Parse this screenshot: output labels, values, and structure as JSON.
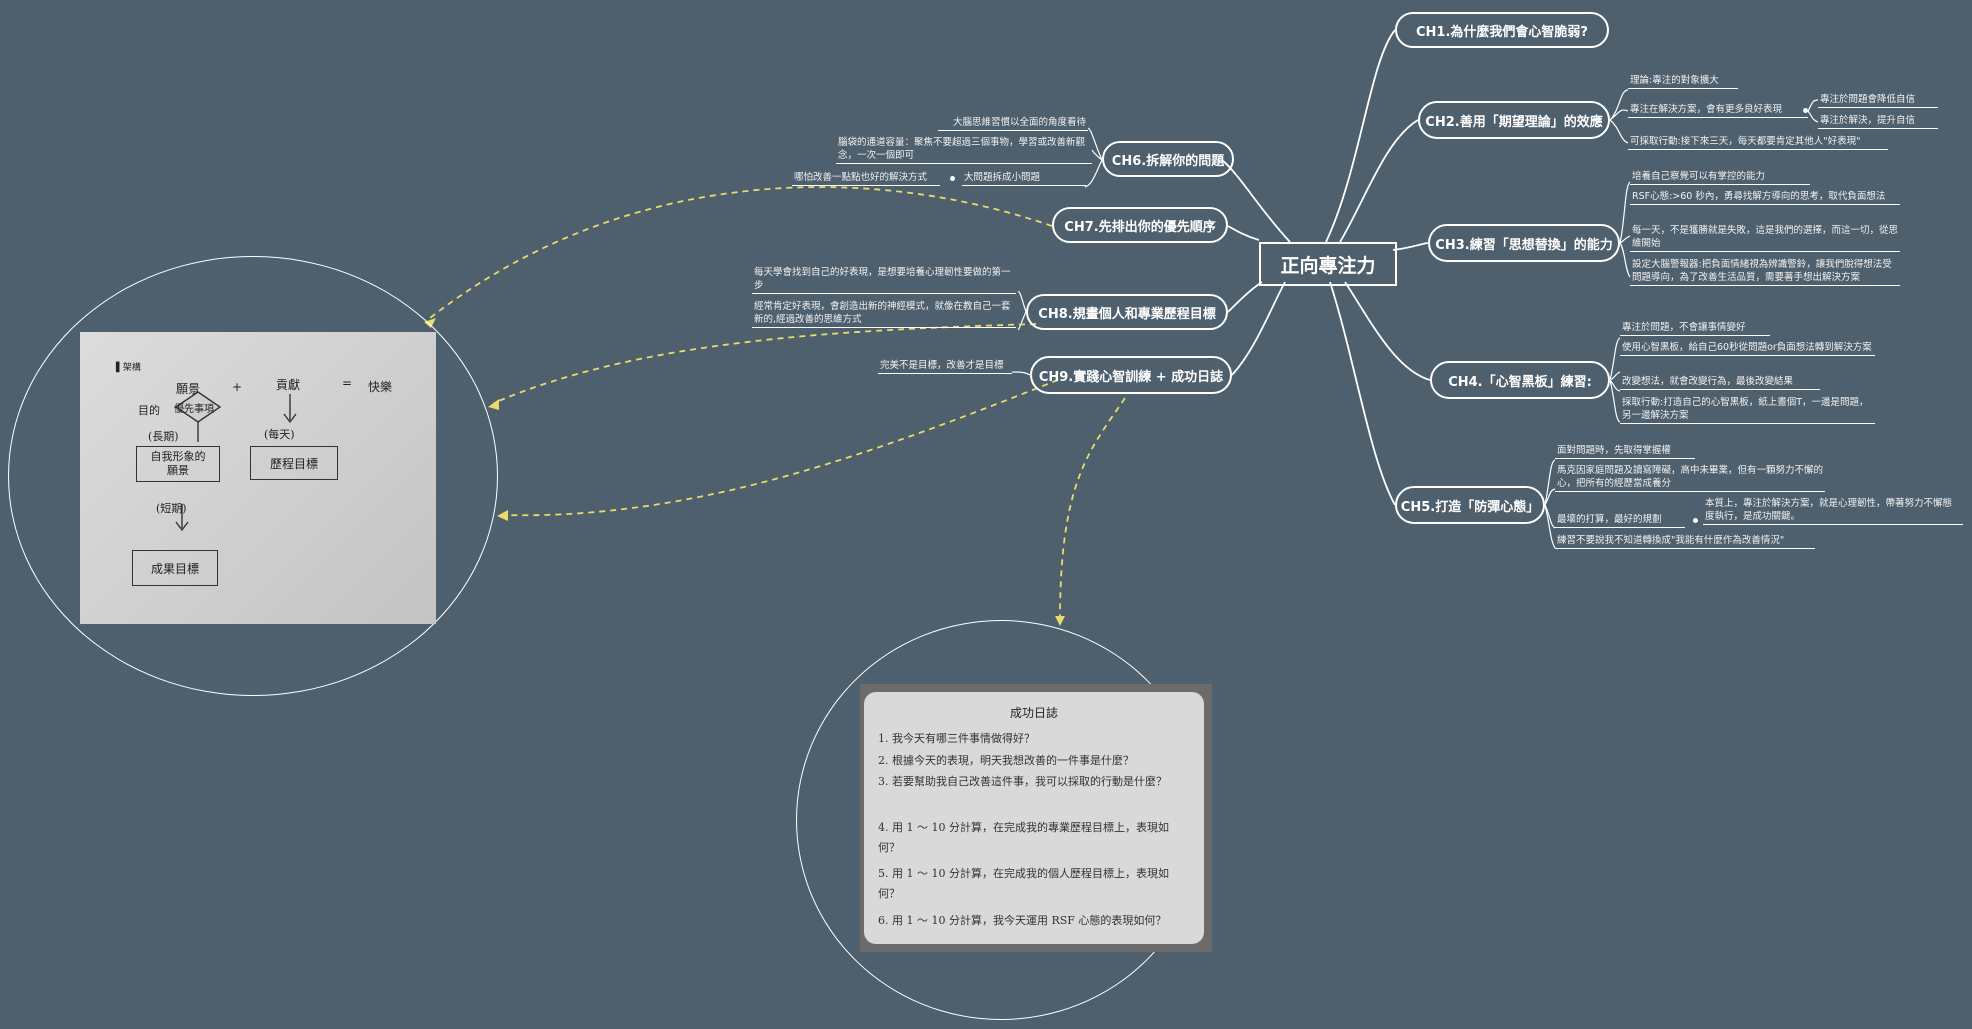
{
  "center": {
    "label": "正向專注力"
  },
  "right_branches": [
    {
      "id": "ch1",
      "label": "CH1.為什麼我們會心智脆弱?"
    },
    {
      "id": "ch2",
      "label": "CH2.善用「期望理論」的效應"
    },
    {
      "id": "ch3",
      "label": "CH3.練習「思想替換」的能力"
    },
    {
      "id": "ch4",
      "label": "CH4.「心智黑板」練習:"
    },
    {
      "id": "ch5",
      "label": "CH5.打造「防彈心態」"
    }
  ],
  "left_branches": [
    {
      "id": "ch6",
      "label": "CH6.拆解你的問題"
    },
    {
      "id": "ch7",
      "label": "CH7.先排出你的優先順序"
    },
    {
      "id": "ch8",
      "label": "CH8.規畫個人和專業歷程目標"
    },
    {
      "id": "ch9",
      "label": "CH9.實踐心智訓練 + 成功日誌"
    }
  ],
  "ch2_notes": {
    "n1": "理論:專注的對象擴大",
    "n2": "專注在解決方案，會有更多良好表現",
    "n2a": "專注於問題會降低自信",
    "n2b": "專注於解決，提升自信",
    "n3": "可採取行動:接下來三天，每天都要肯定其他人\"好表現\""
  },
  "ch3_notes": {
    "n1": "培養自己察覺可以有掌控的能力",
    "n2": "RSF心態:>60 秒內，勇尋找解方導向的思考，取代負面想法",
    "n3": "每一天，不是獲勝就是失敗，這是我們的選擇，而這一切，從思維開始",
    "n4": "設定大腦警報器:把負面情緒視為辨識警鈴，讓我們脫得想法受問題導向，為了改善生活品質，需要著手想出解決方案"
  },
  "ch4_notes": {
    "n1": "專注於問題，不會讓事情變好",
    "n2": "使用心智黑板，給自己60秒從問題or負面想法轉到解決方案",
    "n3": "改變想法，就會改變行為，最後改變結果",
    "n4": "採取行動:打造自己的心智黑板，紙上畫個T，一邊是問題，另一邊解決方案"
  },
  "ch5_notes": {
    "n1": "面對問題時，先取得掌握權",
    "n2": "馬克因家庭問題及讀寫障礙，高中未畢業，但有一顆努力不懈的心，把所有的經歷當成養分",
    "n3a": "最壞的打算，最好的規劃",
    "n3b": "本質上，專注於解決方案，就是心理韌性，帶著努力不懈態度執行，是成功關鍵。",
    "n4": "練習不要說我不知道轉換成\"我能有什麼作為改善情況\""
  },
  "ch6_notes": {
    "n1": "大腦思維習慣以全面的角度看待",
    "n2": "腦袋的通道容量：聚焦不要超過三個事物，學習或改善新觀念，一次一個即可",
    "n3a": "哪怕改善一點點也好的解決方式",
    "n3b": "大問題拆成小問題"
  },
  "ch8_notes": {
    "n1": "每天學會找到自己的好表現，是想要培養心理韌性要做的第一步",
    "n2": "經常肯定好表現，會創造出新的神經模式，就像在教自己一套新的,經過改善的思維方式"
  },
  "ch9_notes": {
    "n1": "完美不是目標，改善才是目標"
  },
  "sketch": {
    "heading": "架構",
    "w1": "願景",
    "plus": "+",
    "w2": "貢獻",
    "eq": "=",
    "w3": "快樂",
    "diamond": "優先事項",
    "purpose": "目的",
    "long_term": "(長期)",
    "box_self": "自我形象的願景",
    "daily": "(每天)",
    "box_journey": "歷程目標",
    "short_term": "(短期)",
    "box_result": "成果目標"
  },
  "journal": {
    "title": "成功日誌",
    "items": [
      "1. 我今天有哪三件事情做得好？",
      "2. 根據今天的表現，明天我想改善的一件事是什麼？",
      "3. 若要幫助我自己改善這件事，我可以採取的行動是什麼？",
      "4. 用 1 ～ 10 分計算，在完成我的專業歷程目標上，表現如何？",
      "5. 用 1 ～ 10 分計算，在完成我的個人歷程目標上，表現如何？",
      "6. 用 1 ～ 10 分計算，我今天運用 RSF 心態的表現如何？"
    ]
  },
  "colors": {
    "background": "#4e5f6d",
    "line": "#ffffff",
    "dash": "#e8dc6a",
    "paper": "#d9d9d9"
  }
}
